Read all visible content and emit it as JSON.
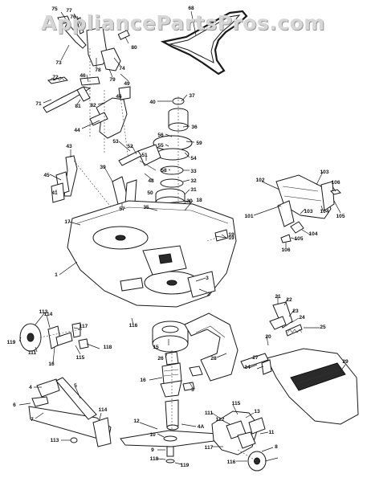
{
  "watermark": "AppliancePartsPros.com",
  "callouts": [
    {
      "id": "c1",
      "text": "75"
    },
    {
      "id": "c2",
      "text": "77"
    },
    {
      "id": "c3",
      "text": "68"
    },
    {
      "id": "c4",
      "text": "76"
    },
    {
      "id": "c5",
      "text": "80"
    },
    {
      "id": "c6",
      "text": "73"
    },
    {
      "id": "c7",
      "text": "78"
    },
    {
      "id": "c8",
      "text": "74"
    },
    {
      "id": "c9",
      "text": "72"
    },
    {
      "id": "c10",
      "text": "46"
    },
    {
      "id": "c11",
      "text": "79"
    },
    {
      "id": "c12",
      "text": "49"
    },
    {
      "id": "c13",
      "text": "71"
    },
    {
      "id": "c14",
      "text": "81"
    },
    {
      "id": "c15",
      "text": "82"
    },
    {
      "id": "c16",
      "text": "46"
    },
    {
      "id": "c17",
      "text": "40"
    },
    {
      "id": "c18",
      "text": "37"
    },
    {
      "id": "c19",
      "text": "44"
    },
    {
      "id": "c20",
      "text": "56"
    },
    {
      "id": "c21",
      "text": "36"
    },
    {
      "id": "c22",
      "text": "55"
    },
    {
      "id": "c23",
      "text": "59"
    },
    {
      "id": "c24",
      "text": "53"
    },
    {
      "id": "c25",
      "text": "52"
    },
    {
      "id": "c26",
      "text": "51"
    },
    {
      "id": "c27",
      "text": "54"
    },
    {
      "id": "c28",
      "text": "43"
    },
    {
      "id": "c29",
      "text": "58"
    },
    {
      "id": "c30",
      "text": "33"
    },
    {
      "id": "c31",
      "text": "32"
    },
    {
      "id": "c32",
      "text": "39"
    },
    {
      "id": "c33",
      "text": "50"
    },
    {
      "id": "c34",
      "text": "48"
    },
    {
      "id": "c35",
      "text": "45"
    },
    {
      "id": "c36",
      "text": "31"
    },
    {
      "id": "c37",
      "text": "30"
    },
    {
      "id": "c38",
      "text": "41"
    },
    {
      "id": "c39",
      "text": "57"
    },
    {
      "id": "c40",
      "text": "35"
    },
    {
      "id": "c41",
      "text": "18"
    },
    {
      "id": "c42",
      "text": "17"
    },
    {
      "id": "c43",
      "text": "19"
    },
    {
      "id": "c44",
      "text": "102"
    },
    {
      "id": "c45",
      "text": "103"
    },
    {
      "id": "c46",
      "text": "106"
    },
    {
      "id": "c47",
      "text": "101"
    },
    {
      "id": "c48",
      "text": "103"
    },
    {
      "id": "c49",
      "text": "104"
    },
    {
      "id": "c50",
      "text": "105"
    },
    {
      "id": "c51",
      "text": "105"
    },
    {
      "id": "c52",
      "text": "104"
    },
    {
      "id": "c53",
      "text": "106"
    },
    {
      "id": "c54",
      "text": "1"
    },
    {
      "id": "c55",
      "text": "3"
    },
    {
      "id": "c56",
      "text": "19"
    },
    {
      "id": "c57",
      "text": "21"
    },
    {
      "id": "c58",
      "text": "22"
    },
    {
      "id": "c59",
      "text": "23"
    },
    {
      "id": "c60",
      "text": "24"
    },
    {
      "id": "c61",
      "text": "25"
    },
    {
      "id": "c62",
      "text": "2"
    },
    {
      "id": "c63",
      "text": "116"
    },
    {
      "id": "c64",
      "text": "113"
    },
    {
      "id": "c65",
      "text": "114"
    },
    {
      "id": "c66",
      "text": "117"
    },
    {
      "id": "c67",
      "text": "119"
    },
    {
      "id": "c68",
      "text": "111"
    },
    {
      "id": "c69",
      "text": "115"
    },
    {
      "id": "c70",
      "text": "118"
    },
    {
      "id": "c71",
      "text": "16"
    },
    {
      "id": "c72",
      "text": "15"
    },
    {
      "id": "c73",
      "text": "26"
    },
    {
      "id": "c74",
      "text": "20"
    },
    {
      "id": "c75",
      "text": "28"
    },
    {
      "id": "c76",
      "text": "27"
    },
    {
      "id": "c77",
      "text": "29"
    },
    {
      "id": "c78",
      "text": "14"
    },
    {
      "id": "c79",
      "text": "16"
    },
    {
      "id": "c80",
      "text": "3"
    },
    {
      "id": "c81",
      "text": "4"
    },
    {
      "id": "c82",
      "text": "5"
    },
    {
      "id": "c83",
      "text": "6"
    },
    {
      "id": "c84",
      "text": "7"
    },
    {
      "id": "c85",
      "text": "114"
    },
    {
      "id": "c86",
      "text": "115"
    },
    {
      "id": "c87",
      "text": "111"
    },
    {
      "id": "c88",
      "text": "112"
    },
    {
      "id": "c89",
      "text": "13"
    },
    {
      "id": "c90",
      "text": "12"
    },
    {
      "id": "c91",
      "text": "4A"
    },
    {
      "id": "c92",
      "text": "113"
    },
    {
      "id": "c93",
      "text": "11"
    },
    {
      "id": "c94",
      "text": "10"
    },
    {
      "id": "c95",
      "text": "9"
    },
    {
      "id": "c96",
      "text": "118"
    },
    {
      "id": "c97",
      "text": "117"
    },
    {
      "id": "c98",
      "text": "8"
    },
    {
      "id": "c99",
      "text": "119"
    },
    {
      "id": "c100",
      "text": "116"
    }
  ]
}
